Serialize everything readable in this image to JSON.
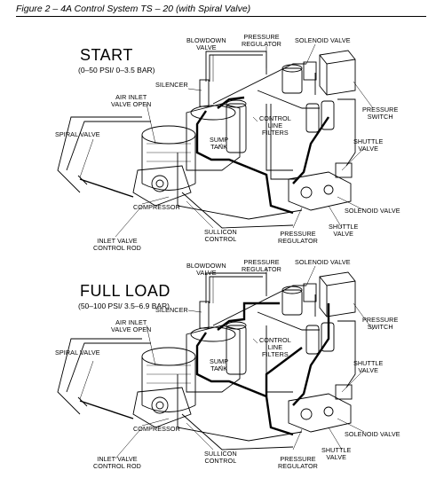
{
  "figure": {
    "title": "Figure 2 – 4A Control System TS – 20 (with Spiral Valve)"
  },
  "panels": [
    {
      "heading": "START",
      "range": "(0–50 PSI/ 0–3.5 BAR)",
      "labels": {
        "blowdown_valve": "BLOWDOWN\nVALVE",
        "pressure_regulator_top": "PRESSURE\nREGULATOR",
        "solenoid_valve_top": "SOLENOID VALVE",
        "silencer": "SILENCER",
        "air_inlet_valve": "AIR INLET\nVALVE OPEN",
        "pressure_switch": "PRESSURE\nSWITCH",
        "control_line_filters": "CONTROL\nLINE\nFILTERS",
        "spiral_valve": "SPIRAL VALVE",
        "sump_tank": "SUMP\nTANK",
        "shuttle_valve_right": "SHUTTLE\nVALVE",
        "compressor": "COMPRESSOR",
        "solenoid_valve_bottom": "SOLENOID VALVE",
        "shuttle_valve_bottom": "SHUTTLE\nVALVE",
        "sullicon_control": "SULLICON\nCONTROL",
        "pressure_regulator_bottom": "PRESSURE\nREGULATOR",
        "inlet_valve_control_rod": "INLET VALVE\nCONTROL ROD"
      }
    },
    {
      "heading": "FULL LOAD",
      "range": "(50–100 PSI/ 3.5–6.9 BAR)",
      "labels": {
        "blowdown_valve": "BLOWDOWN\nVALVE",
        "pressure_regulator_top": "PRESSURE\nREGULATOR",
        "solenoid_valve_top": "SOLENOID VALVE",
        "silencer": "SILENCER",
        "air_inlet_valve": "AIR INLET\nVALVE OPEN",
        "pressure_switch": "PRESSURE\nSWITCH",
        "control_line_filters": "CONTROL\nLINE\nFILTERS",
        "spiral_valve": "SPIRAL VALVE",
        "sump_tank": "SUMP\nTANK",
        "shuttle_valve_right": "SHUTTLE\nVALVE",
        "compressor": "COMPRESSOR",
        "solenoid_valve_bottom": "SOLENOID VALVE",
        "shuttle_valve_bottom": "SHUTTLE\nVALVE",
        "sullicon_control": "SULLICON\nCONTROL",
        "pressure_regulator_bottom": "PRESSURE\nREGULATOR",
        "inlet_valve_control_rod": "INLET VALVE\nCONTROL ROD"
      }
    }
  ]
}
